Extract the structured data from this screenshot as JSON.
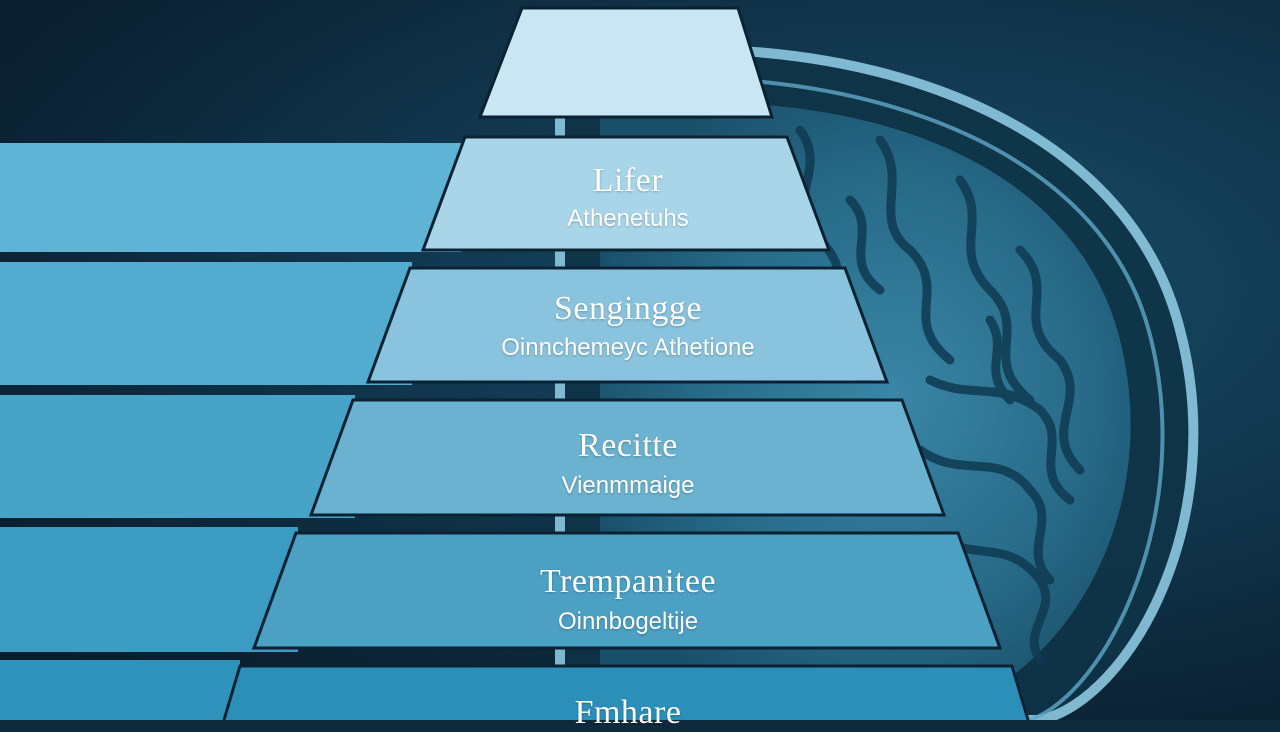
{
  "tiers": [
    {
      "title": "",
      "subtitle": "",
      "scribble": ""
    },
    {
      "title": "Lifer",
      "subtitle": "Athenetuhs",
      "scribble": ""
    },
    {
      "title": "Sengingge",
      "subtitle": "Oinnchemeyc Athetione",
      "scribble": ""
    },
    {
      "title": "Recitte",
      "subtitle": "Vienmmaige",
      "scribble": ""
    },
    {
      "title": "Trempanitee",
      "subtitle": "Oinnbogeltije",
      "scribble": ""
    },
    {
      "title": "Fmhare",
      "subtitle": "",
      "scribble": ""
    }
  ],
  "colors": {
    "background": "#0e2b3d",
    "tier_light": "#c9e6f5",
    "tier_dark": "#2b8fb8",
    "brain": "#2a6e8c"
  }
}
